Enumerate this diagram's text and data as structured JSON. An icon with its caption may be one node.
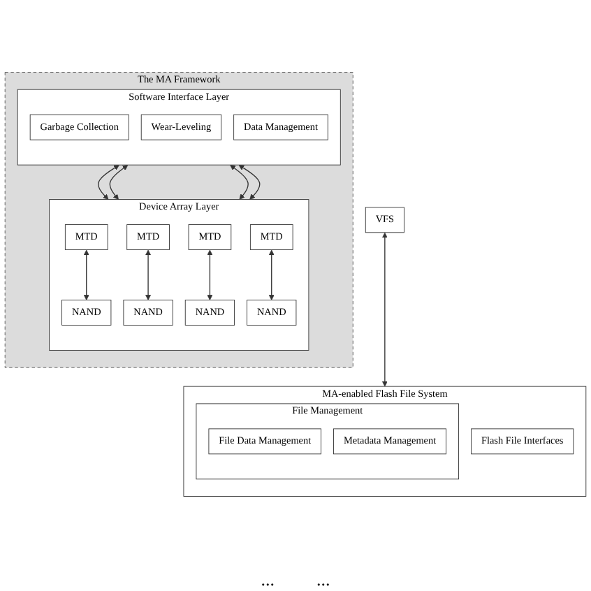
{
  "diagram": {
    "nodes": [
      {
        "text": [
          "VFS"
        ]
      },
      {
        "text": [
          "MA-enabled Flash File System"
        ]
      },
      {
        "text": [
          "Flash File Interfaces"
        ],
        "in": 1
      },
      {
        "text": [
          "File Management"
        ],
        "in": 1
      },
      {
        "text": [
          "File Data Management"
        ],
        "in": 3
      },
      {
        "text": [
          "Metadata Management"
        ],
        "in": 3
      },
      {
        "text": [
          "The MA Framework"
        ]
      },
      {
        "text": [
          "Software Interface Layer"
        ],
        "in": 6
      },
      {
        "text": [
          "Garbage Collection"
        ],
        "in": 7
      },
      {
        "text": [
          "Wear-Leveling"
        ],
        "in": 7
      },
      {
        "text": [
          "Data Management"
        ],
        "in": 7
      },
      {
        "text": [
          "Device Array Layer"
        ],
        "in": 6
      },
      {
        "text": [
          "MTD"
        ],
        "in": 11
      },
      {
        "text": [
          "MTD"
        ],
        "in": 11
      },
      {
        "text": [
          "MTD"
        ],
        "in": 11
      },
      {
        "text": [
          "MTD"
        ],
        "in": 11
      },
      {
        "text": [
          "NAND"
        ],
        "in": 11
      },
      {
        "text": [
          "NAND"
        ],
        "in": 11
      },
      {
        "text": [
          "NAND"
        ],
        "in": 11
      },
      {
        "text": [
          "NAND"
        ],
        "in": 11
      }
    ],
    "edges": [
      {
        "from": 0,
        "to": 1,
        "arrow": "both"
      },
      {
        "from": 7,
        "to": 11,
        "arrow": "both"
      },
      {
        "from": 7,
        "to": 11,
        "arrow": "both"
      },
      {
        "from": 7,
        "to": 11,
        "arrow": "both"
      },
      {
        "from": 7,
        "to": 11,
        "arrow": "both"
      },
      {
        "from": 12,
        "to": 16,
        "arrow": "both"
      },
      {
        "from": 13,
        "to": 17,
        "arrow": "both"
      },
      {
        "from": 14,
        "to": 18,
        "arrow": "both"
      },
      {
        "from": 15,
        "to": 19,
        "arrow": "both"
      }
    ],
    "labels": [
      "...",
      "..."
    ]
  }
}
